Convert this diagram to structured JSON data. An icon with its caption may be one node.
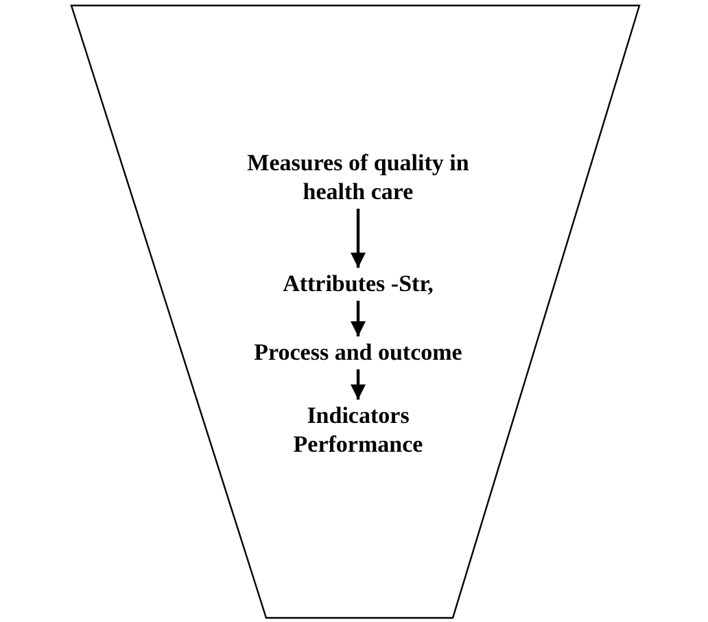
{
  "diagram": {
    "nodes": [
      {
        "text": [],
        "shape": "trapezoid"
      },
      {
        "text": [
          "Measures of quality in health care"
        ],
        "in": 0
      },
      {
        "text": [
          "Attributes -Str,"
        ],
        "in": 0
      },
      {
        "text": [
          "Process and outcome"
        ],
        "in": 0
      },
      {
        "text": [
          "Indicators Performance"
        ],
        "in": 0
      }
    ],
    "edges": [
      {
        "from": 1,
        "to": 2,
        "arrow": "to"
      },
      {
        "from": 2,
        "to": 3,
        "arrow": "to"
      },
      {
        "from": 3,
        "to": 4,
        "arrow": "to"
      }
    ]
  }
}
